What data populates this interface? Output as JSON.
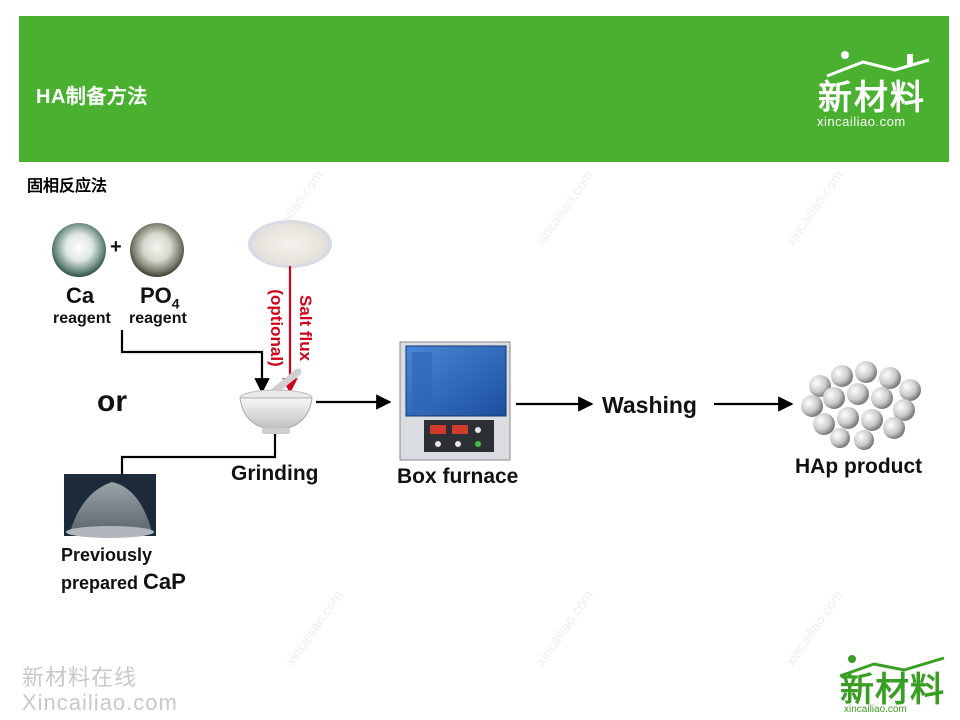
{
  "header": {
    "title": "HA制备方法",
    "logo_cn": "新材料",
    "logo_url": "xincailiao.com",
    "background": "#4ab02f"
  },
  "subtitle": "固相反应法",
  "diagram": {
    "ca_label": "Ca",
    "ca_sub": "reagent",
    "po4_label": "PO",
    "po4_subscript": "4",
    "po4_sub": "reagent",
    "plus": "+",
    "or": "or",
    "salt_flux": "Salt flux",
    "optional": "(optional)",
    "grinding": "Grinding",
    "box_furnace": "Box furnace",
    "washing": "Washing",
    "hap_product": "HAp product",
    "previously_1": "Previously",
    "previously_2": "prepared",
    "cap": "CaP",
    "accent_red": "#d0021b"
  },
  "watermark": {
    "cn": "新材料在线",
    "url": "Xincailiao.com",
    "corner_cn": "新材料",
    "corner_url": "xincailiao.com"
  }
}
